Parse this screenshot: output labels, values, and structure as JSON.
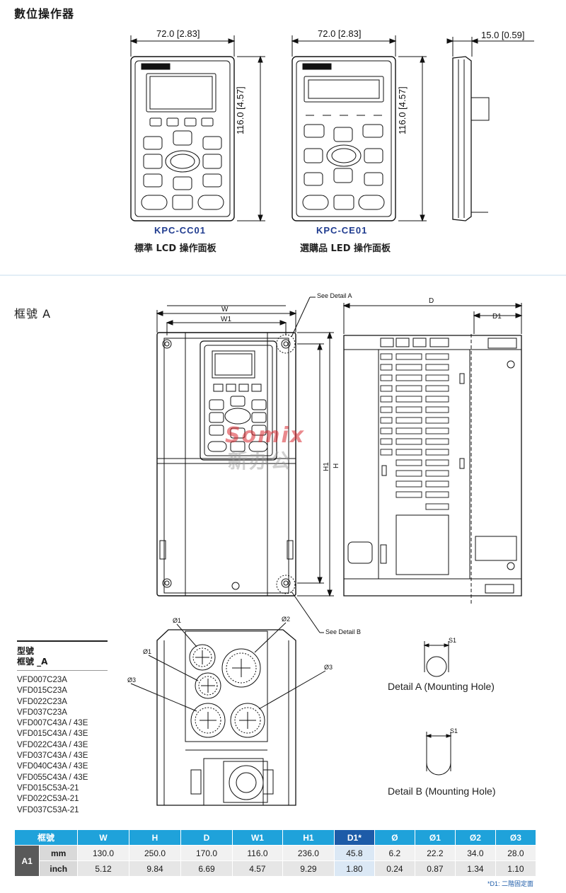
{
  "sections": {
    "keypad_title": "數位操作器",
    "frame_title": "框號 A"
  },
  "keypads": {
    "lcd": {
      "width_dim": "72.0 [2.83]",
      "height_dim": "116.0 [4.57]",
      "model": "KPC-CC01",
      "desc": "標準 LCD 操作面板"
    },
    "led": {
      "width_dim": "72.0 [2.83]",
      "height_dim": "116.0 [4.57]",
      "model": "KPC-CE01",
      "desc": "選購品 LED 操作面板"
    },
    "side": {
      "depth_dim": "15.0 [0.59]"
    }
  },
  "drawing_labels": {
    "w": "W",
    "w1": "W1",
    "h": "H",
    "h1": "H1",
    "d": "D",
    "d1": "D1",
    "see_detail_a": "See Detail A",
    "see_detail_b": "See Detail B",
    "s1_a": "S1",
    "s1_b": "S1",
    "phi1a": "Ø1",
    "phi1b": "Ø1",
    "phi2": "Ø2",
    "phi3a": "Ø3",
    "phi3b": "Ø3",
    "detail_a": "Detail A (Mounting Hole)",
    "detail_b": "Detail B (Mounting Hole)",
    "watermark": "Somix",
    "watermark_sub": "新办公"
  },
  "model_list": {
    "header1": "型號",
    "header2": "框號 _A",
    "items": [
      "VFD007C23A",
      "VFD015C23A",
      "VFD022C23A",
      "VFD037C23A",
      "VFD007C43A / 43E",
      "VFD015C43A / 43E",
      "VFD022C43A / 43E",
      "VFD037C43A / 43E",
      "VFD040C43A / 43E",
      "VFD055C43A / 43E",
      "VFD015C53A-21",
      "VFD022C53A-21",
      "VFD037C53A-21"
    ]
  },
  "spec_table": {
    "header_label": "框號",
    "columns": [
      "W",
      "H",
      "D",
      "W1",
      "H1",
      "D1*",
      "Ø",
      "Ø1",
      "Ø2",
      "Ø3"
    ],
    "frame": "A1",
    "rows": [
      {
        "unit": "mm",
        "values": [
          "130.0",
          "250.0",
          "170.0",
          "116.0",
          "236.0",
          "45.8",
          "6.2",
          "22.2",
          "34.0",
          "28.0"
        ]
      },
      {
        "unit": "inch",
        "values": [
          "5.12",
          "9.84",
          "6.69",
          "4.57",
          "9.29",
          "1.80",
          "0.24",
          "0.87",
          "1.34",
          "1.10"
        ]
      }
    ],
    "footnote": "*D1: 二階固定面"
  }
}
